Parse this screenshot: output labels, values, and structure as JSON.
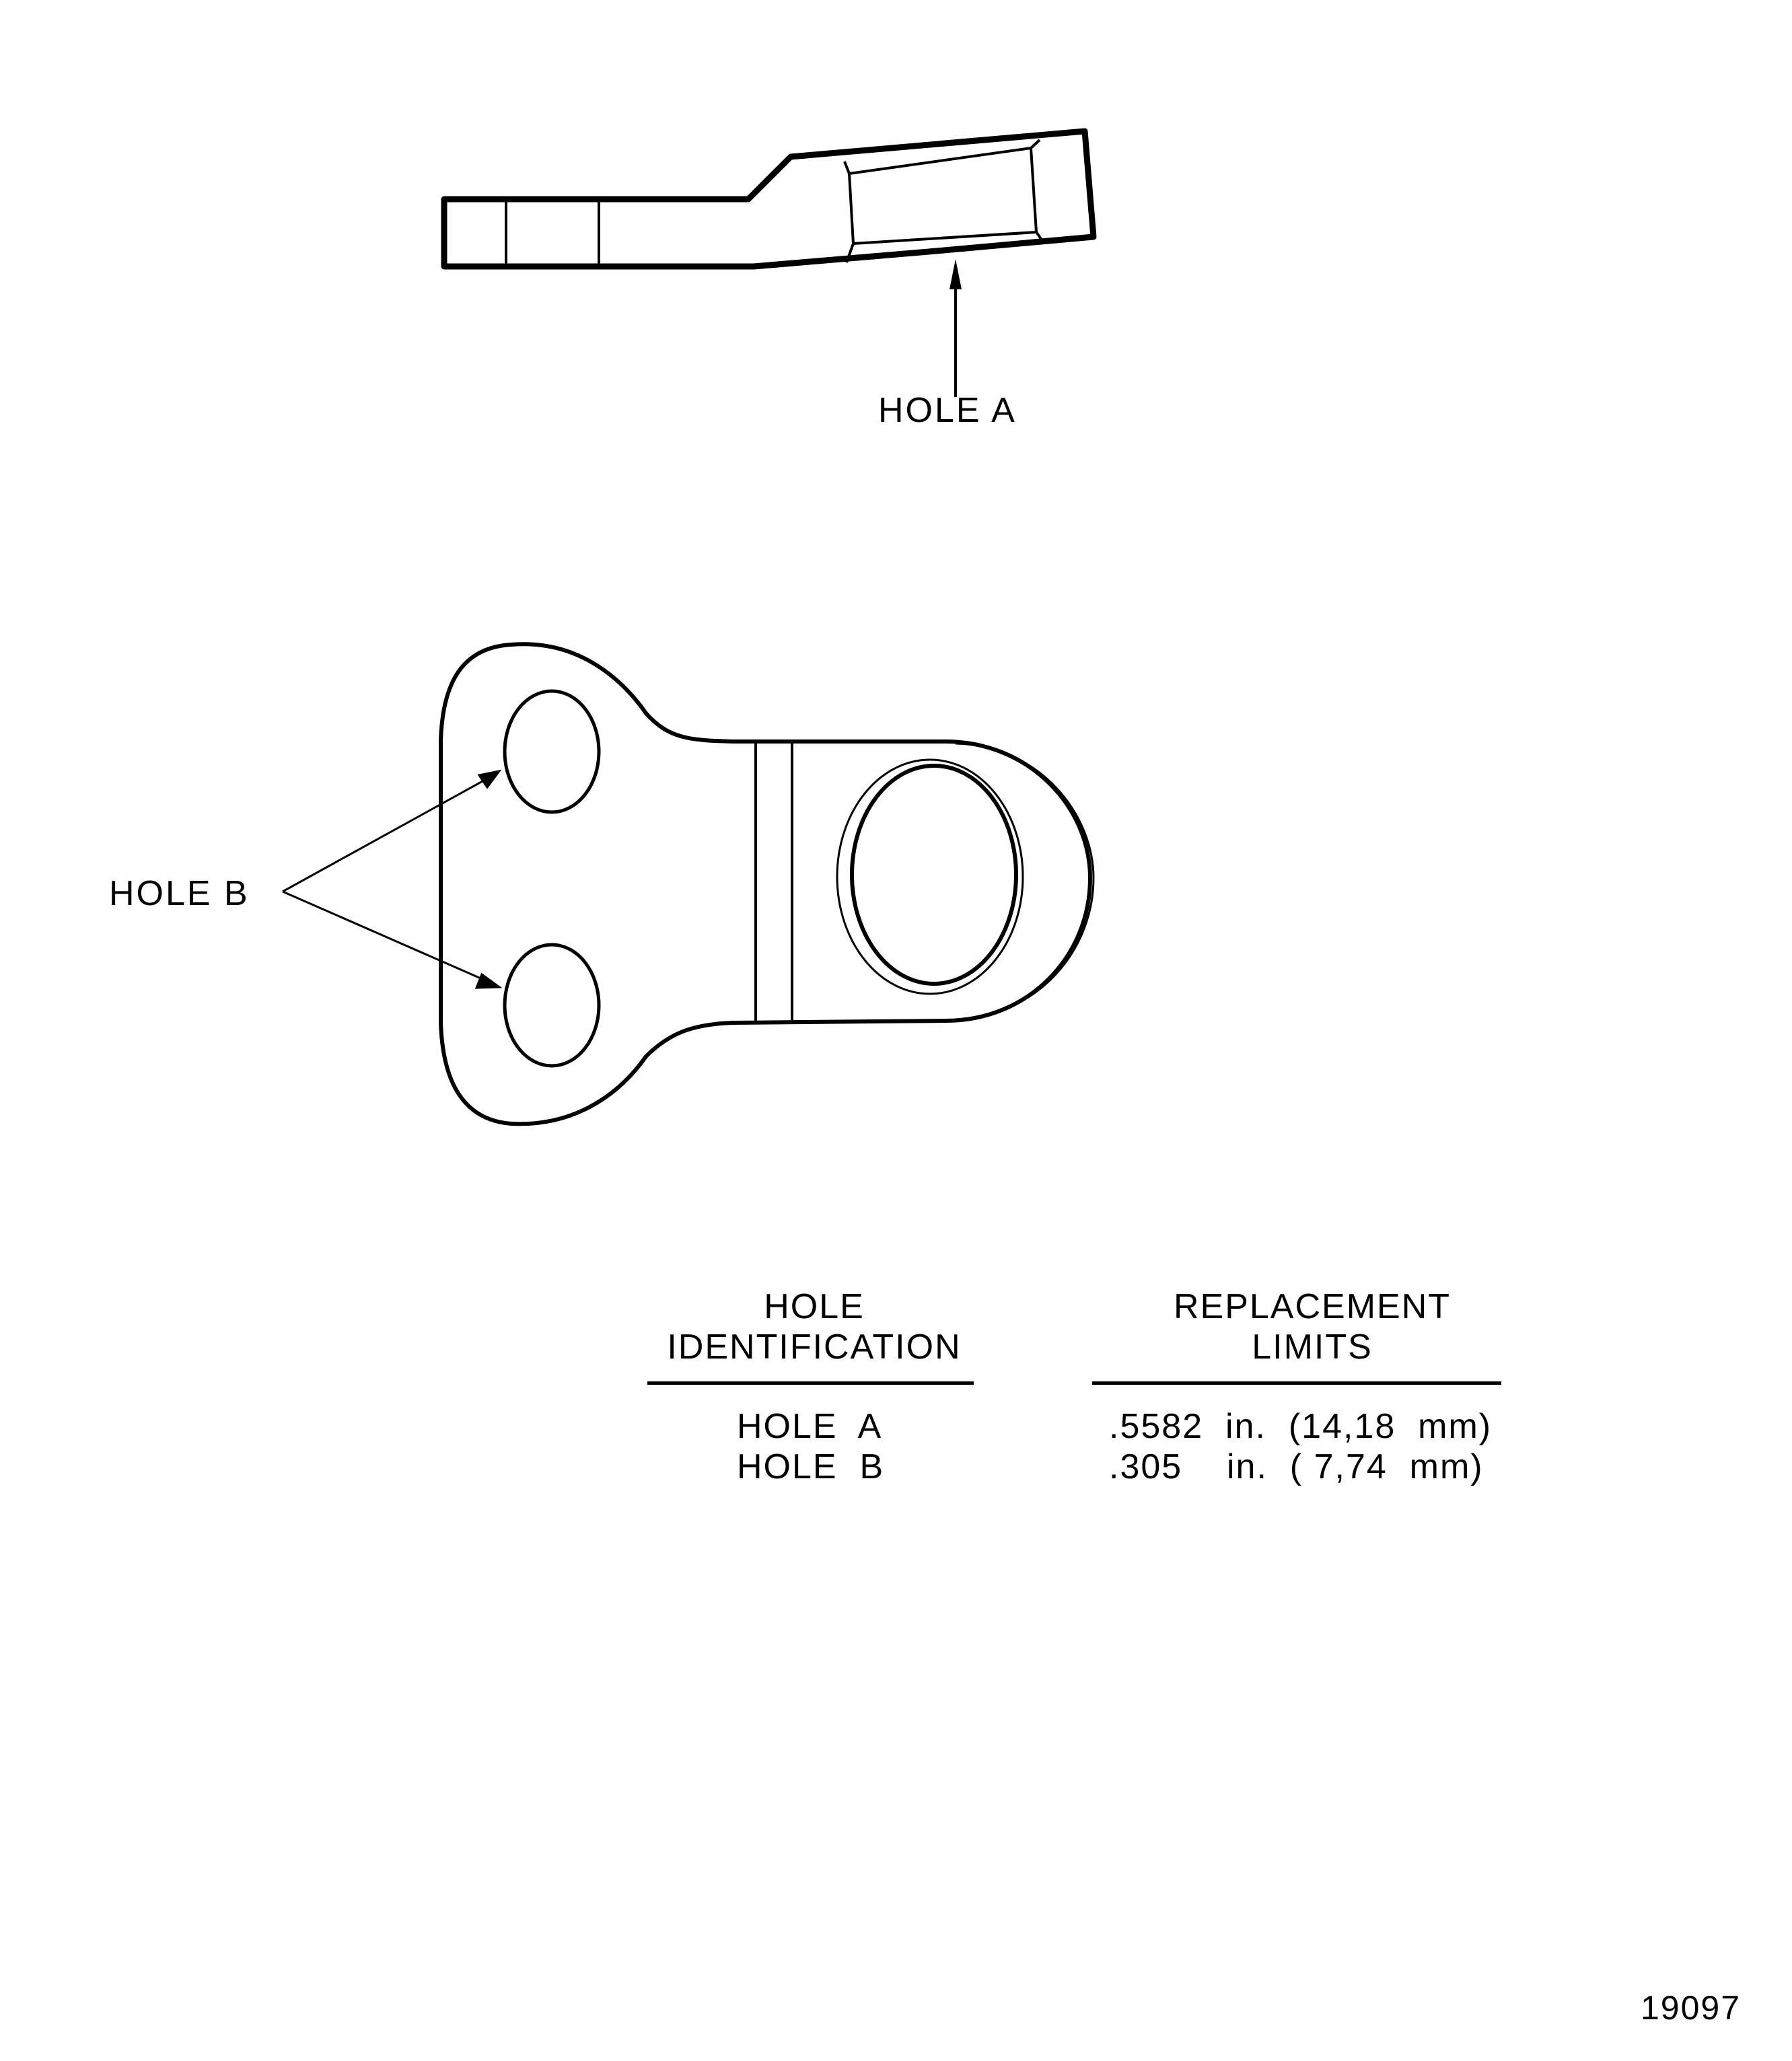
{
  "figure": {
    "side_view": {
      "label": "HOLE A"
    },
    "plan_view": {
      "label": "HOLE B"
    }
  },
  "table": {
    "headers": [
      {
        "line1": "HOLE",
        "line2": "IDENTIFICATION"
      },
      {
        "line1": "REPLACEMENT",
        "line2": "LIMITS"
      }
    ],
    "rows": [
      {
        "hole": "HOLE  A",
        "limit": ".5582  in.  (14,18  mm)"
      },
      {
        "hole": "HOLE  B",
        "limit": ".305    in.  ( 7,74  mm)"
      }
    ]
  },
  "figure_number": "19097"
}
